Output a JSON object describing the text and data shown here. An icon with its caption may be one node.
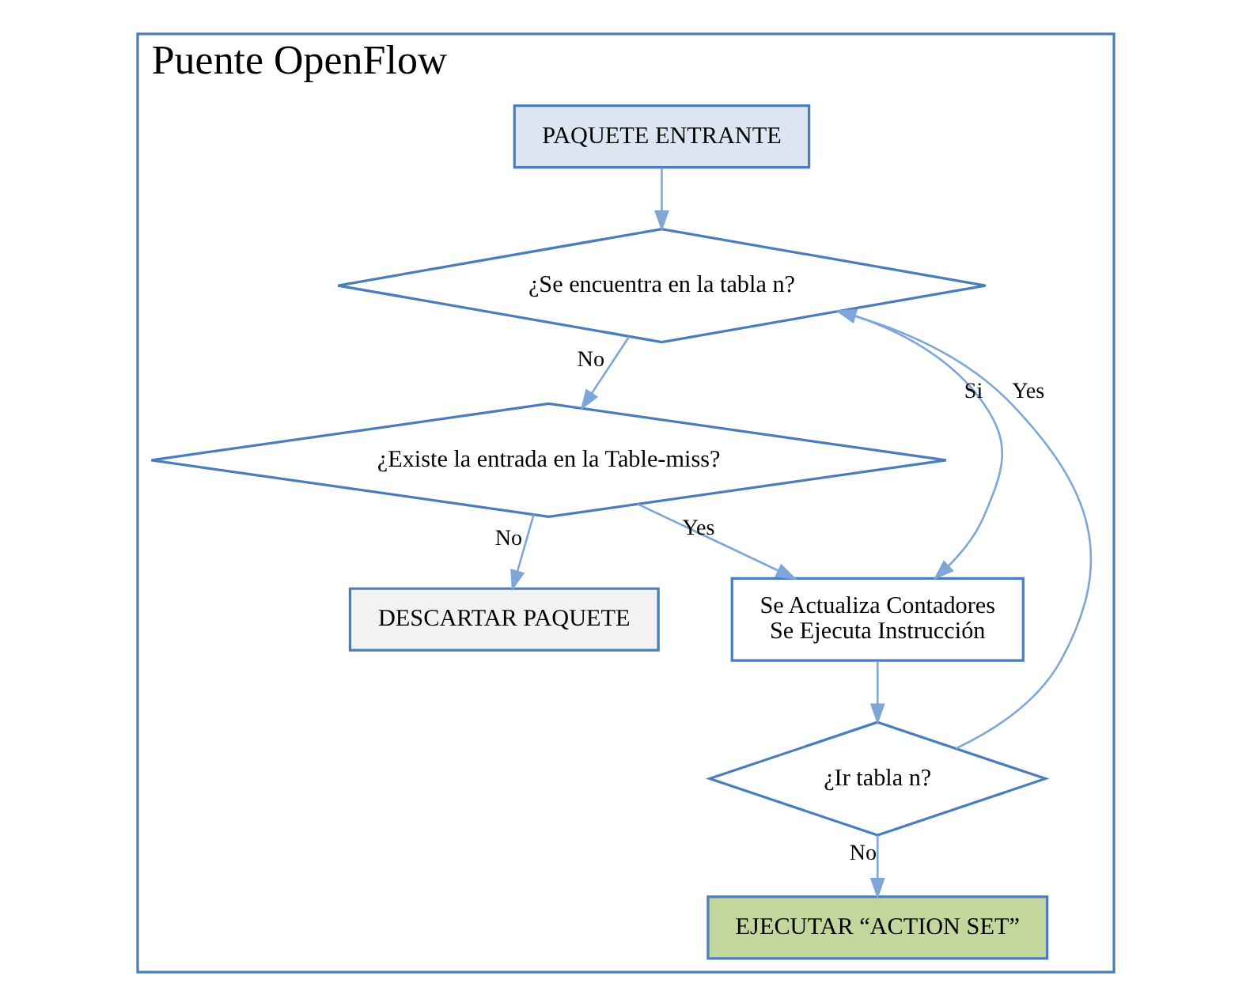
{
  "diagram": {
    "nodes": [
      {
        "text": [
          "Puente OpenFlow"
        ]
      },
      {
        "text": [
          "PAQUETE ENTRANTE"
        ],
        "in": 0
      },
      {
        "text": [
          "¿Se encuentra en la tabla n?"
        ],
        "in": 0
      },
      {
        "text": [
          "¿Existe la entrada en la Table-miss?"
        ],
        "in": 0
      },
      {
        "text": [
          "DESCARTAR PAQUETE"
        ],
        "in": 0
      },
      {
        "text": [
          "Se Actualiza Contadores",
          "Se Ejecuta Instrucción"
        ],
        "in": 0
      },
      {
        "text": [
          "¿Ir tabla n?"
        ],
        "in": 0
      },
      {
        "text": [
          "EJECUTAR “ACTION SET”"
        ],
        "in": 0
      }
    ],
    "edges": [
      {
        "from": 1,
        "to": 2,
        "arrow": "to"
      },
      {
        "from": 2,
        "to": 5,
        "arrow": "to",
        "label": "Si"
      },
      {
        "from": 2,
        "to": 3,
        "arrow": "to",
        "label": "No"
      },
      {
        "from": 3,
        "to": 5,
        "arrow": "to",
        "label": "Yes"
      },
      {
        "from": 3,
        "to": 4,
        "arrow": "to",
        "label": "No"
      },
      {
        "from": 5,
        "to": 6,
        "arrow": "to"
      },
      {
        "from": 6,
        "to": 2,
        "arrow": "to",
        "label": "Yes"
      },
      {
        "from": 6,
        "to": 7,
        "arrow": "to",
        "label": "No"
      }
    ]
  }
}
